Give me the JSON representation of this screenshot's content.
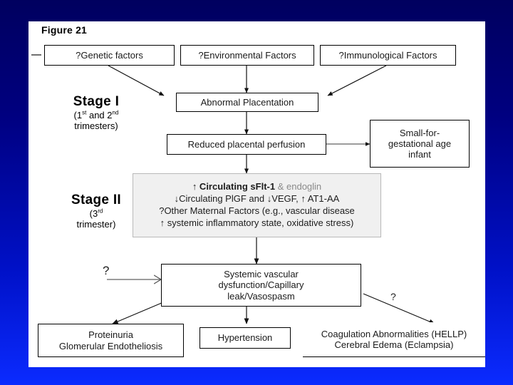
{
  "figure": {
    "title": "Figure 21"
  },
  "top_row": [
    {
      "label": "?Genetic factors"
    },
    {
      "label": "?Environmental Factors"
    },
    {
      "label": "?Immunological Factors"
    }
  ],
  "stages": [
    {
      "name": "Stage I",
      "detail_pre": "(1",
      "detail_sup1": "st",
      "detail_mid": " and 2",
      "detail_sup2": "nd",
      "detail_post": "trimesters)"
    },
    {
      "name": "Stage II",
      "detail_pre": "(3",
      "detail_sup1": "rd",
      "detail_post": "trimester)"
    }
  ],
  "nodes": {
    "abnormal_placentation": "Abnormal Placentation",
    "reduced_perfusion": "Reduced placental perfusion",
    "sga_infant_line1": "Small-for-",
    "sga_infant_line2": "gestational age",
    "sga_infant_line3": "infant",
    "vascular_line1": "Systemic vascular",
    "vascular_line2": "dysfunction/Capillary",
    "vascular_line3": "leak/Vasospasm"
  },
  "mediators": {
    "line1_main": "↑ Circulating sFlt-1",
    "line1_dim": " & endoglin",
    "line2": "↓Circulating PlGF and ↓VEGF, ↑ AT1-AA",
    "line3": "?Other Maternal Factors (e.g., vascular disease",
    "line4": "↑ systemic inflammatory state, oxidative stress)"
  },
  "outcomes": [
    {
      "line1": "Proteinuria",
      "line2": "Glomerular Endotheliosis"
    },
    {
      "line1": "Hypertension",
      "line2": ""
    },
    {
      "line1": "Coagulation Abnormalities (HELLP)",
      "line2": "Cerebral Edema (Eclampsia)"
    }
  ],
  "annotations": {
    "question_left": "?",
    "question_right": "?"
  },
  "colors": {
    "frame_top": "#00005f",
    "frame_bottom": "#0b2bff",
    "canvas": "#ffffff",
    "box_border": "#000000",
    "grey_panel": "#f0f0f0",
    "dim_text": "#8a8a8a"
  }
}
